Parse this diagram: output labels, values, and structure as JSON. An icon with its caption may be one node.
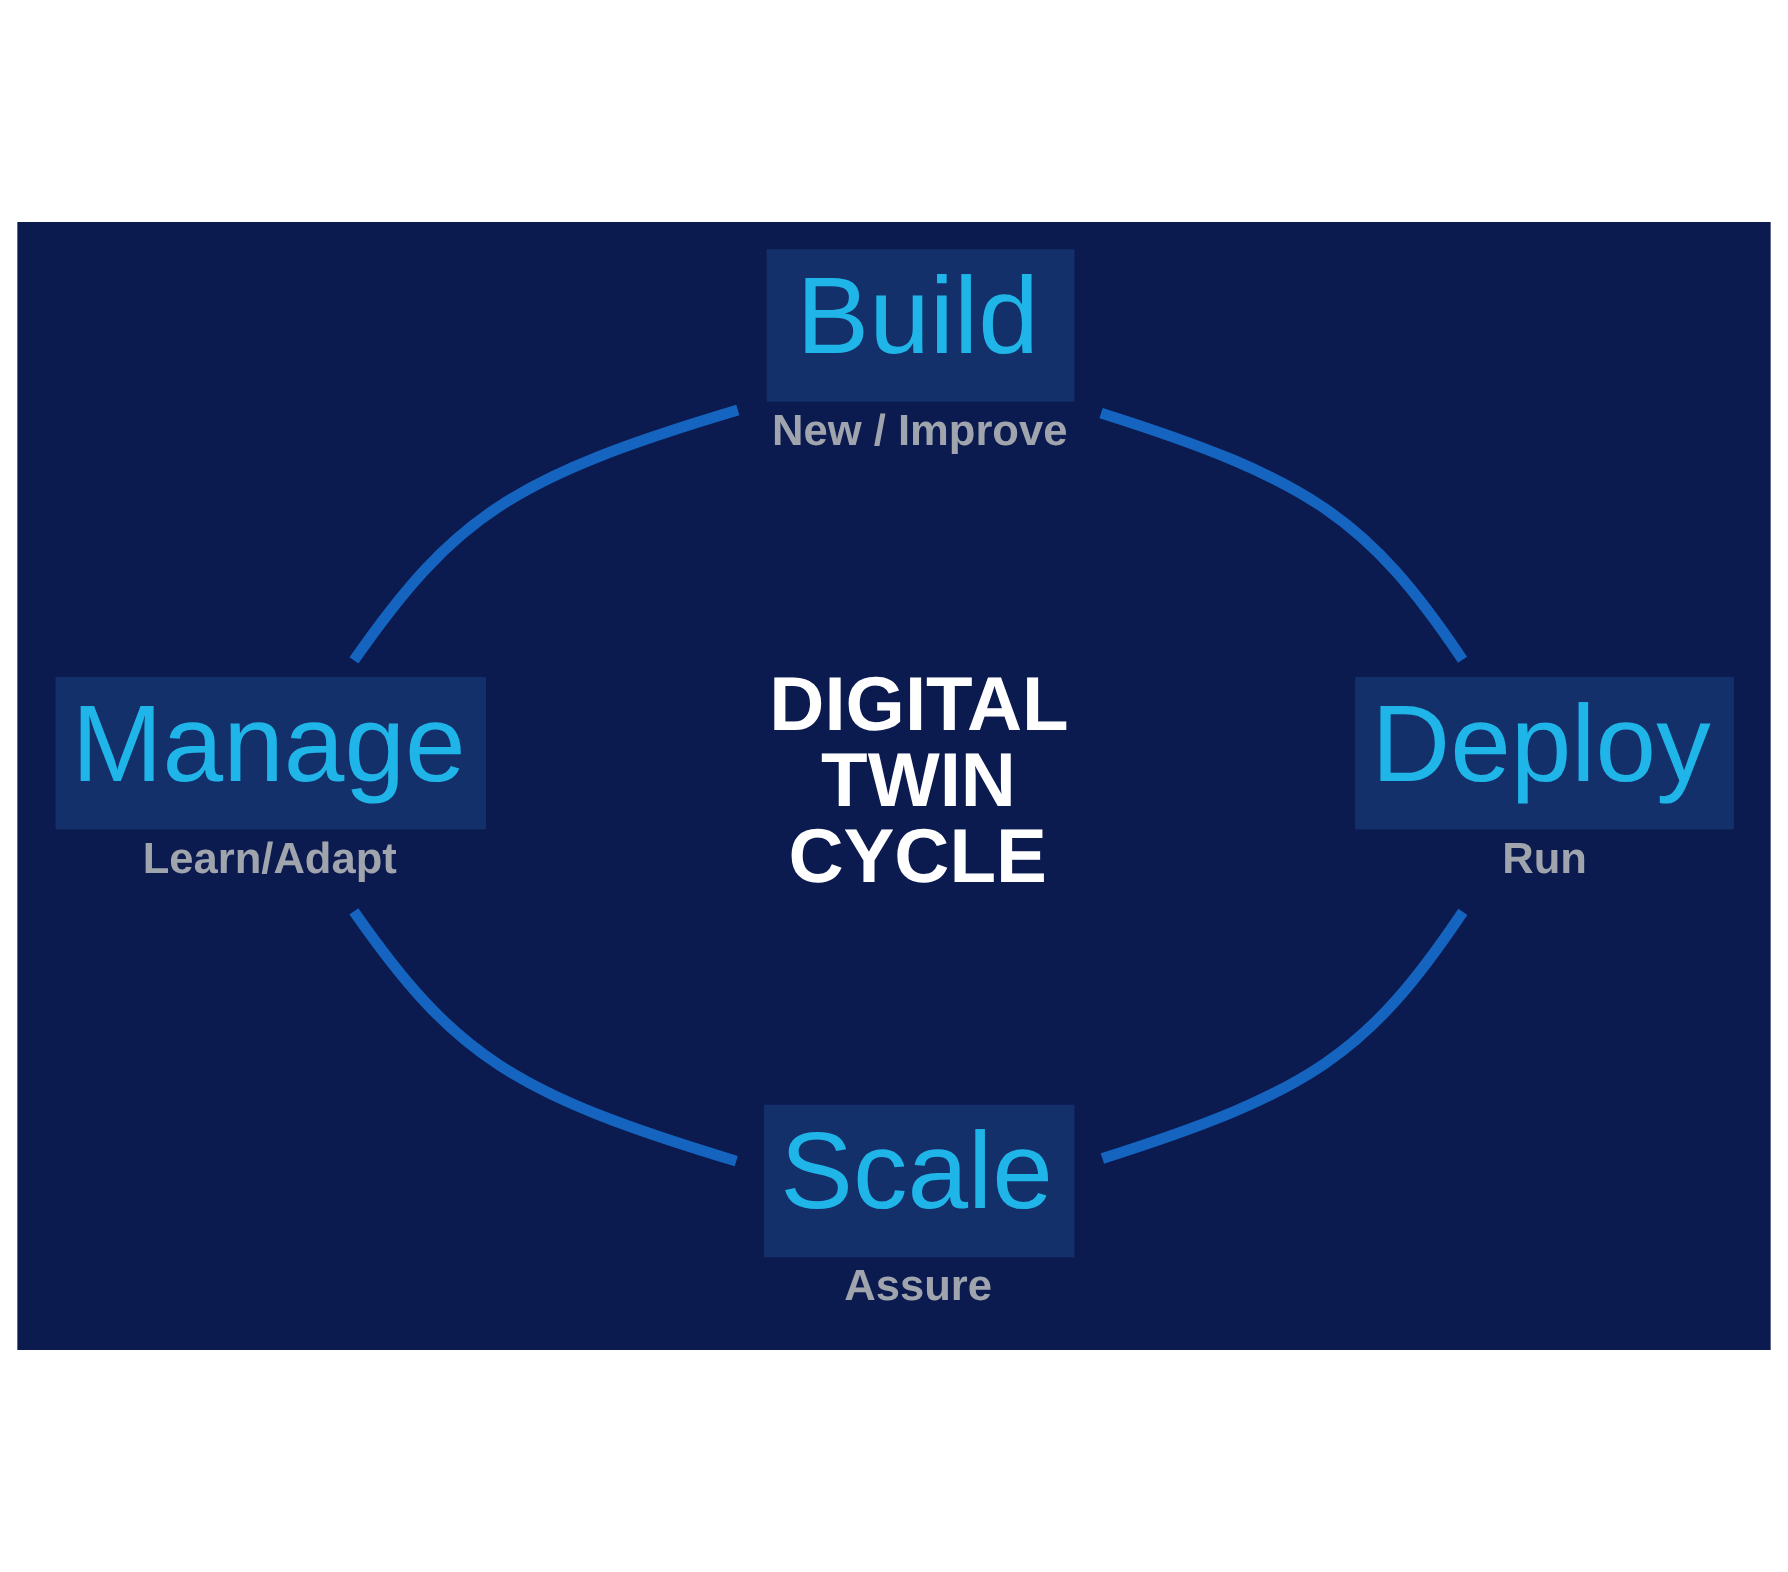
{
  "diagram": {
    "nodes": [
      {
        "text": [
          "Build"
        ],
        "beside": [
          "New / Improve"
        ]
      },
      {
        "text": [
          "Deploy"
        ],
        "beside": [
          "Run"
        ]
      },
      {
        "text": [
          "Scale"
        ],
        "beside": [
          "Assure"
        ]
      },
      {
        "text": [
          "Manage"
        ],
        "beside": [
          "Learn/Adapt"
        ]
      }
    ],
    "edges": [
      {
        "from": 0,
        "to": 1,
        "arrow": "none"
      },
      {
        "from": 1,
        "to": 2,
        "arrow": "none"
      },
      {
        "from": 2,
        "to": 3,
        "arrow": "none"
      },
      {
        "from": 3,
        "to": 0,
        "arrow": "none"
      }
    ],
    "labels": [
      "DIGITAL TWIN CYCLE"
    ]
  }
}
